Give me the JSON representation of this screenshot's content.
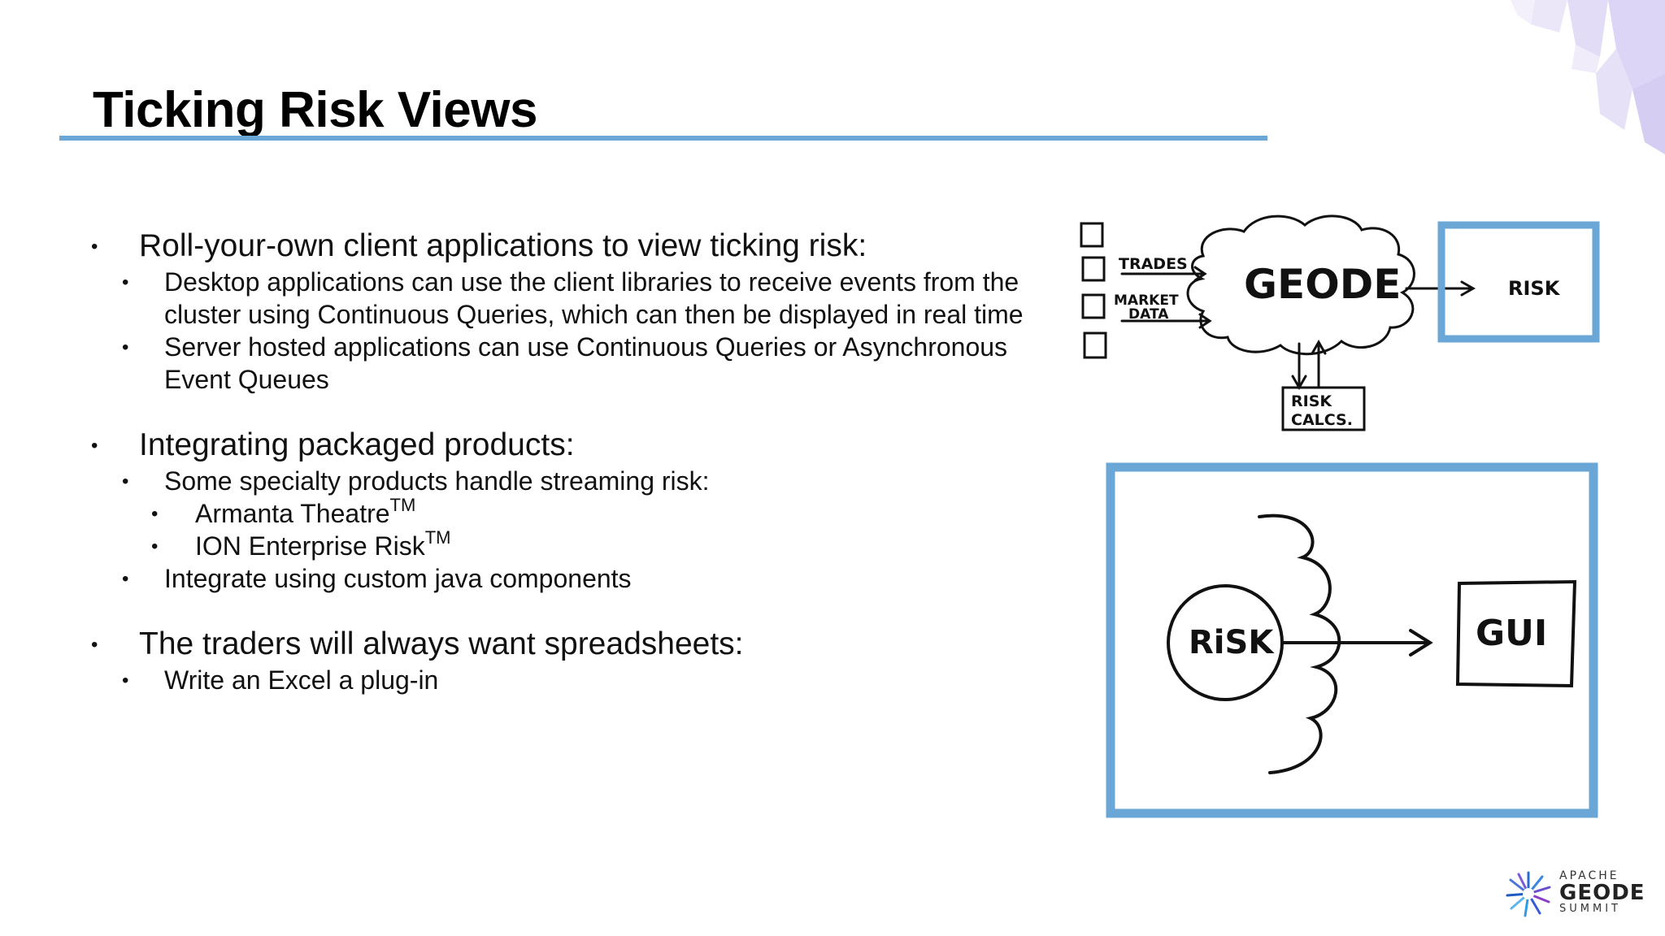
{
  "slide": {
    "title": "Ticking Risk Views",
    "bullets": [
      {
        "text": "Roll-your-own client applications to view ticking risk:"
      },
      {
        "text": "Desktop applications can use the client libraries to receive events from the cluster using Continuous Queries, which can then be displayed in real time"
      },
      {
        "text": "Server hosted applications can use Continuous Queries or Asynchronous Event Queues"
      },
      {
        "text": "Integrating packaged products:"
      },
      {
        "text": "Some specialty products handle streaming risk:"
      },
      {
        "text": "Armanta Theatre",
        "tm": "TM"
      },
      {
        "text": "ION Enterprise Risk",
        "tm": "TM"
      },
      {
        "text": "Integrate using custom java components"
      },
      {
        "text": "The traders will always want spreadsheets:"
      },
      {
        "text": "Write an Excel a plug-in"
      }
    ]
  },
  "diagram_top": {
    "trades": "TRADES",
    "market1": "MARKET",
    "market2": "DATA",
    "geode": "GEODE",
    "risk": "RISK",
    "calcs1": "RISK",
    "calcs2": "CALCS."
  },
  "diagram_bottom": {
    "risk": "RiSK",
    "gui": "GUI"
  },
  "logo": {
    "top": "APACHE",
    "main": "GEODE",
    "bottom": "SUMMIT"
  },
  "colors": {
    "accent": "#6aa6d6",
    "text": "#111111"
  }
}
